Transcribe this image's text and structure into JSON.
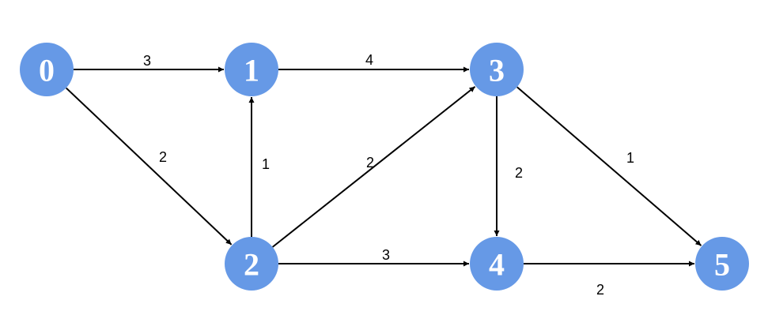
{
  "diagram": {
    "type": "directed-weighted-graph",
    "node_color": "#6699e6",
    "label_color": "#ffffff",
    "edge_color": "#000000",
    "nodes": [
      {
        "id": "0",
        "label": "0"
      },
      {
        "id": "1",
        "label": "1"
      },
      {
        "id": "2",
        "label": "2"
      },
      {
        "id": "3",
        "label": "3"
      },
      {
        "id": "4",
        "label": "4"
      },
      {
        "id": "5",
        "label": "5"
      }
    ],
    "edges": [
      {
        "from": "0",
        "to": "1",
        "weight": "3"
      },
      {
        "from": "0",
        "to": "2",
        "weight": "2"
      },
      {
        "from": "1",
        "to": "3",
        "weight": "4"
      },
      {
        "from": "2",
        "to": "1",
        "weight": "1"
      },
      {
        "from": "2",
        "to": "3",
        "weight": "2"
      },
      {
        "from": "2",
        "to": "4",
        "weight": "3"
      },
      {
        "from": "3",
        "to": "4",
        "weight": "2"
      },
      {
        "from": "3",
        "to": "5",
        "weight": "1"
      },
      {
        "from": "4",
        "to": "5",
        "weight": "2"
      }
    ]
  }
}
